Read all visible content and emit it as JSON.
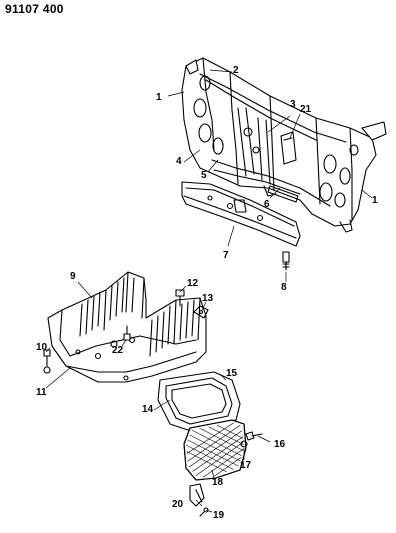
{
  "document": {
    "id": "91107 400"
  },
  "callouts": {
    "c1_left": "1",
    "c1_right": "1",
    "c2": "2",
    "c3": "3",
    "c4": "4",
    "c5": "5",
    "c6": "6",
    "c7": "7",
    "c8": "8",
    "c9": "9",
    "c10": "10",
    "c11": "11",
    "c12": "12",
    "c13": "13",
    "c14": "14",
    "c15": "15",
    "c16": "16",
    "c17": "17",
    "c18": "18",
    "c19": "19",
    "c20": "20",
    "c21": "21",
    "c22": "22"
  }
}
